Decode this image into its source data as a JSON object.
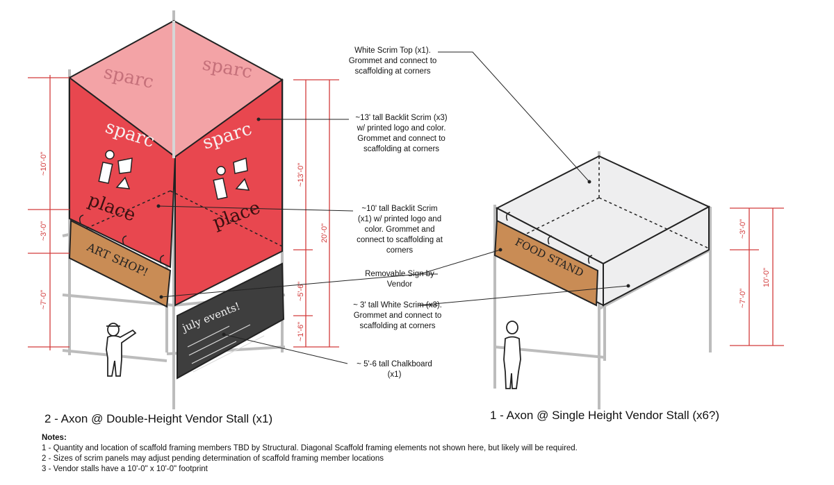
{
  "callouts": {
    "white_scrim_top": "White Scrim Top (x1). Grommet and connect to scaffolding at corners",
    "scrim_13": "~13' tall Backlit Scrim (x3) w/ printed logo and color. Grommet and connect to scaffolding at corners",
    "scrim_10": "~10' tall Backlit Scrim (x1) w/ printed logo and color. Grommet and connect to scaffolding at corners",
    "removable_sign": "Removable Sign by Vendor",
    "white_scrim_3": "~ 3' tall White Scrim (x3). Grommet and connect to scaffolding at corners",
    "chalkboard": "~ 5'-6 tall Chalkboard (x1)"
  },
  "dimensions_left": {
    "upper": "~10'-0\"",
    "middle": "~3'-0\"",
    "lower": "~7'-0\""
  },
  "dimensions_center": {
    "upper": "~13'-0\"",
    "overall": "20'-0\"",
    "middle": "~5'-6\"",
    "lower": "~1'-6\""
  },
  "dimensions_right": {
    "upper": "~3'-0\"",
    "lower": "~7'-0\"",
    "overall": "10'-0\""
  },
  "signs": {
    "logo_top": "sparc",
    "logo_bottom": "place",
    "art_shop": "ART SHOP!",
    "food_stand": "FOOD STAND",
    "chalkboard_text": "july events!"
  },
  "captions": {
    "double": "2 - Axon @ Double-Height Vendor Stall (x1)",
    "single": "1 - Axon @ Single Height Vendor Stall (x6?)"
  },
  "notes": {
    "title": "Notes:",
    "items": [
      "1 - Quantity and location of scaffold framing members TBD by Structural. Diagonal Scaffold framing elements not shown here, but likely will be required.",
      "2 - Sizes of scrim panels may adjust pending determination of scaffold framing member locations",
      "3 - Vendor stalls have a 10'-0\" x 10'-0\" footprint"
    ]
  },
  "colors": {
    "scrim_red": "#e8474f",
    "scrim_pink": "#f3a3a6",
    "white_scrim": "#eeeeef",
    "sign_wood": "#c98c55",
    "chalkboard": "#3e3e3e",
    "dimension_red": "#d23b3b",
    "scaffold_gray": "#bcbcbc"
  }
}
